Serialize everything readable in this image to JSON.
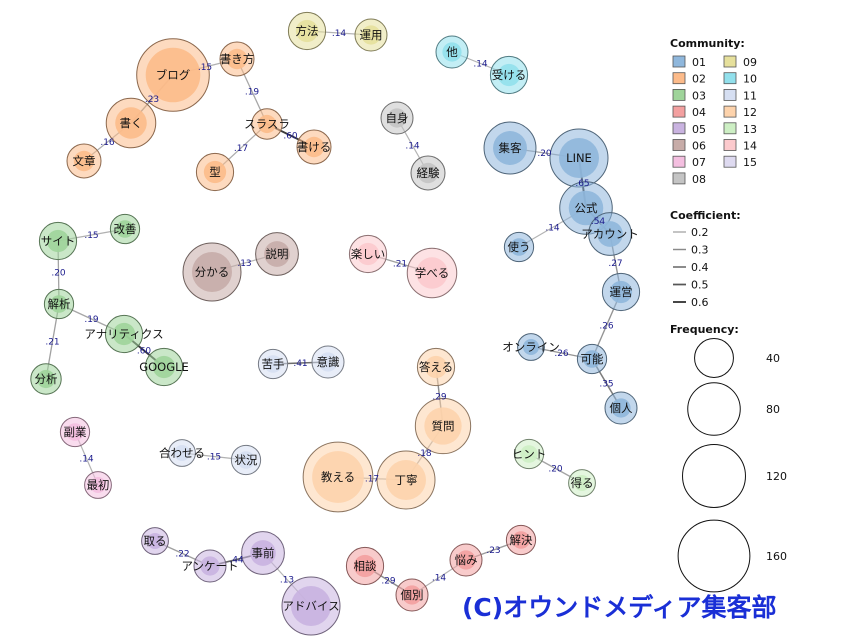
{
  "colors": {
    "01": "#8fb7dc",
    "02": "#fcbb8a",
    "03": "#9fd49a",
    "04": "#f3a0a0",
    "05": "#c9b3e0",
    "06": "#c7aca8",
    "07": "#f4bfe0",
    "08": "#c4c4c4",
    "09": "#e6e09c",
    "10": "#92e0ec",
    "11": "#d6dff2",
    "12": "#fdd3ac",
    "13": "#cdefc4",
    "14": "#fccacd",
    "15": "#dedaf0"
  },
  "nodes": [
    {
      "id": "blog",
      "label": "ブログ",
      "community": "02",
      "freq": 164
    },
    {
      "id": "kakikata",
      "label": "書き方",
      "community": "02",
      "freq": 29
    },
    {
      "id": "kaku",
      "label": "書く",
      "community": "02",
      "freq": 70
    },
    {
      "id": "bunsho",
      "label": "文章",
      "community": "02",
      "freq": 29
    },
    {
      "id": "surasura",
      "label": "スラスラ",
      "community": "02",
      "freq": 22
    },
    {
      "id": "kakeru",
      "label": "書ける",
      "community": "02",
      "freq": 29
    },
    {
      "id": "kata",
      "label": "型",
      "community": "02",
      "freq": 36
    },
    {
      "id": "houhou",
      "label": "方法",
      "community": "09",
      "freq": 36
    },
    {
      "id": "unyo",
      "label": "運用",
      "community": "09",
      "freq": 25
    },
    {
      "id": "ta",
      "label": "他",
      "community": "10",
      "freq": 25
    },
    {
      "id": "ukeru",
      "label": "受ける",
      "community": "10",
      "freq": 36
    },
    {
      "id": "jishin",
      "label": "自身",
      "community": "08",
      "freq": 25
    },
    {
      "id": "keiken",
      "label": "経験",
      "community": "08",
      "freq": 29
    },
    {
      "id": "shukyaku",
      "label": "集客",
      "community": "01",
      "freq": 78
    },
    {
      "id": "line",
      "label": "LINE",
      "community": "01",
      "freq": 100
    },
    {
      "id": "koushiki",
      "label": "公式",
      "community": "01",
      "freq": 80
    },
    {
      "id": "account",
      "label": "アカウント",
      "community": "01",
      "freq": 50
    },
    {
      "id": "tsukau",
      "label": "使う",
      "community": "01",
      "freq": 20
    },
    {
      "id": "uneii",
      "label": "運営",
      "community": "01",
      "freq": 36
    },
    {
      "id": "online",
      "label": "オンライン",
      "community": "01",
      "freq": 16
    },
    {
      "id": "kanou",
      "label": "可能",
      "community": "01",
      "freq": 20
    },
    {
      "id": "kojin",
      "label": "個人",
      "community": "01",
      "freq": 25
    },
    {
      "id": "site",
      "label": "サイト",
      "community": "03",
      "freq": 36
    },
    {
      "id": "kaizen",
      "label": "改善",
      "community": "03",
      "freq": 20
    },
    {
      "id": "kaiseki",
      "label": "解析",
      "community": "03",
      "freq": 20
    },
    {
      "id": "analytics",
      "label": "アナリティクス",
      "community": "03",
      "freq": 36
    },
    {
      "id": "google",
      "label": "GOOGLE",
      "community": "03",
      "freq": 36
    },
    {
      "id": "bunseki",
      "label": "分析",
      "community": "03",
      "freq": 22
    },
    {
      "id": "wakaru",
      "label": "分かる",
      "community": "06",
      "freq": 100
    },
    {
      "id": "setsumei",
      "label": "説明",
      "community": "06",
      "freq": 50
    },
    {
      "id": "tanoshii",
      "label": "楽しい",
      "community": "14",
      "freq": 36
    },
    {
      "id": "manabu",
      "label": "学べる",
      "community": "14",
      "freq": 70
    },
    {
      "id": "nigate",
      "label": "苦手",
      "community": "11",
      "freq": 20
    },
    {
      "id": "ishiki",
      "label": "意識",
      "community": "11",
      "freq": 25
    },
    {
      "id": "kotaeru",
      "label": "答える",
      "community": "12",
      "freq": 36
    },
    {
      "id": "shitsumon",
      "label": "質問",
      "community": "12",
      "freq": 90
    },
    {
      "id": "oshieru",
      "label": "教える",
      "community": "12",
      "freq": 150
    },
    {
      "id": "teinei",
      "label": "丁寧",
      "community": "12",
      "freq": 100
    },
    {
      "id": "fukugyo",
      "label": "副業",
      "community": "07",
      "freq": 20
    },
    {
      "id": "saisho",
      "label": "最初",
      "community": "07",
      "freq": 16
    },
    {
      "id": "awaseru",
      "label": "合わせる",
      "community": "11",
      "freq": 16
    },
    {
      "id": "jokyo",
      "label": "状況",
      "community": "11",
      "freq": 20
    },
    {
      "id": "hint",
      "label": "ヒント",
      "community": "13",
      "freq": 20
    },
    {
      "id": "eru",
      "label": "得る",
      "community": "13",
      "freq": 16
    },
    {
      "id": "toru",
      "label": "取る",
      "community": "05",
      "freq": 16
    },
    {
      "id": "enquete",
      "label": "アンケート",
      "community": "05",
      "freq": 25
    },
    {
      "id": "jizen",
      "label": "事前",
      "community": "05",
      "freq": 50
    },
    {
      "id": "advice",
      "label": "アドバイス",
      "community": "05",
      "freq": 100
    },
    {
      "id": "sodan",
      "label": "相談",
      "community": "04",
      "freq": 36
    },
    {
      "id": "kobetsu",
      "label": "個別",
      "community": "04",
      "freq": 25
    },
    {
      "id": "nayami",
      "label": "悩み",
      "community": "04",
      "freq": 25
    },
    {
      "id": "kaiketsu",
      "label": "解決",
      "community": "04",
      "freq": 20
    }
  ],
  "edges": [
    {
      "source": "blog",
      "target": "kakikata",
      "label": ".15",
      "coef": 0.15
    },
    {
      "source": "blog",
      "target": "kaku",
      "label": ".23",
      "coef": 0.23
    },
    {
      "source": "kaku",
      "target": "bunsho",
      "label": ".16",
      "coef": 0.16
    },
    {
      "source": "kakikata",
      "target": "surasura",
      "label": ".19",
      "coef": 0.19
    },
    {
      "source": "surasura",
      "target": "kakeru",
      "label": ".60",
      "coef": 0.6
    },
    {
      "source": "surasura",
      "target": "kata",
      "label": ".17",
      "coef": 0.17
    },
    {
      "source": "houhou",
      "target": "unyo",
      "label": ".14",
      "coef": 0.14
    },
    {
      "source": "ta",
      "target": "ukeru",
      "label": ".14",
      "coef": 0.14
    },
    {
      "source": "jishin",
      "target": "keiken",
      "label": ".14",
      "coef": 0.14
    },
    {
      "source": "shukyaku",
      "target": "line",
      "label": ".20",
      "coef": 0.2
    },
    {
      "source": "line",
      "target": "koushiki",
      "label": ".65",
      "coef": 0.65
    },
    {
      "source": "koushiki",
      "target": "account",
      "label": ".54",
      "coef": 0.54
    },
    {
      "source": "koushiki",
      "target": "tsukau",
      "label": ".14",
      "coef": 0.14
    },
    {
      "source": "account",
      "target": "uneii",
      "label": ".27",
      "coef": 0.27
    },
    {
      "source": "uneii",
      "target": "kanou",
      "label": ".26",
      "coef": 0.26
    },
    {
      "source": "online",
      "target": "kanou",
      "label": ".26",
      "coef": 0.26
    },
    {
      "source": "kanou",
      "target": "kojin",
      "label": ".35",
      "coef": 0.35
    },
    {
      "source": "site",
      "target": "kaizen",
      "label": ".15",
      "coef": 0.15
    },
    {
      "source": "site",
      "target": "kaiseki",
      "label": ".20",
      "coef": 0.2
    },
    {
      "source": "kaiseki",
      "target": "analytics",
      "label": ".19",
      "coef": 0.19
    },
    {
      "source": "kaiseki",
      "target": "bunseki",
      "label": ".21",
      "coef": 0.21
    },
    {
      "source": "analytics",
      "target": "google",
      "label": ".60",
      "coef": 0.6
    },
    {
      "source": "wakaru",
      "target": "setsumei",
      "label": ".13",
      "coef": 0.13
    },
    {
      "source": "tanoshii",
      "target": "manabu",
      "label": ".21",
      "coef": 0.21
    },
    {
      "source": "nigate",
      "target": "ishiki",
      "label": ".41",
      "coef": 0.41
    },
    {
      "source": "kotaeru",
      "target": "shitsumon",
      "label": ".29",
      "coef": 0.29
    },
    {
      "source": "shitsumon",
      "target": "teinei",
      "label": ".18",
      "coef": 0.18
    },
    {
      "source": "oshieru",
      "target": "teinei",
      "label": ".17",
      "coef": 0.17
    },
    {
      "source": "fukugyo",
      "target": "saisho",
      "label": ".14",
      "coef": 0.14
    },
    {
      "source": "awaseru",
      "target": "jokyo",
      "label": ".15",
      "coef": 0.15
    },
    {
      "source": "hint",
      "target": "eru",
      "label": ".20",
      "coef": 0.2
    },
    {
      "source": "toru",
      "target": "enquete",
      "label": ".22",
      "coef": 0.22
    },
    {
      "source": "enquete",
      "target": "jizen",
      "label": ".44",
      "coef": 0.44
    },
    {
      "source": "jizen",
      "target": "advice",
      "label": ".13",
      "coef": 0.13
    },
    {
      "source": "sodan",
      "target": "kobetsu",
      "label": ".29",
      "coef": 0.29
    },
    {
      "source": "kobetsu",
      "target": "nayami",
      "label": ".14",
      "coef": 0.14
    },
    {
      "source": "nayami",
      "target": "kaiketsu",
      "label": ".23",
      "coef": 0.23
    }
  ],
  "legend": {
    "community_title": "Community:",
    "communities": [
      "01",
      "02",
      "03",
      "04",
      "05",
      "06",
      "07",
      "08",
      "09",
      "10",
      "11",
      "12",
      "13",
      "14",
      "15"
    ],
    "coefficient_title": "Coefficient:",
    "coefficients": [
      "0.2",
      "0.3",
      "0.4",
      "0.5",
      "0.6"
    ],
    "frequency_title": "Frequency:",
    "frequencies": [
      40,
      80,
      120,
      160
    ]
  },
  "copyright": "(C)オウンドメディア集客部"
}
